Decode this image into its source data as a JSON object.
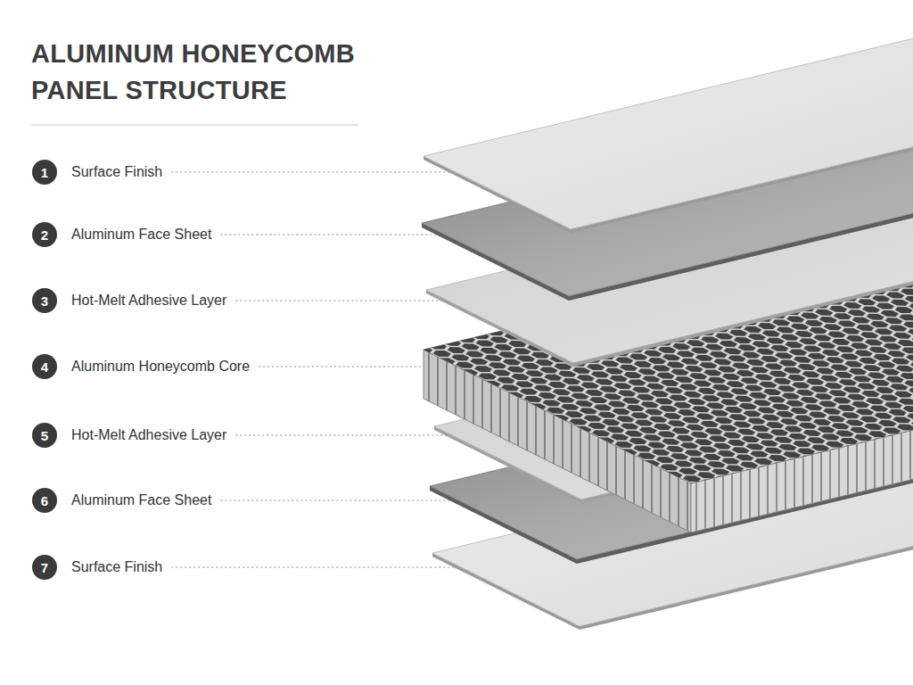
{
  "diagram": {
    "title": "ALUMINUM HONEYCOMB PANEL STRUCTURE",
    "nodes": [
      {
        "text": [
          "1",
          "Surface Finish"
        ]
      },
      {
        "text": [
          "2",
          "Aluminum Face Sheet"
        ]
      },
      {
        "text": [
          "3",
          "Hot-Melt Adhesive Layer"
        ]
      },
      {
        "text": [
          "4",
          "Aluminum Honeycomb Core"
        ]
      },
      {
        "text": [
          "5",
          "Hot-Melt Adhesive Layer"
        ]
      },
      {
        "text": [
          "6",
          "Aluminum Face Sheet"
        ]
      },
      {
        "text": [
          "7",
          "Surface Finish"
        ]
      }
    ]
  }
}
